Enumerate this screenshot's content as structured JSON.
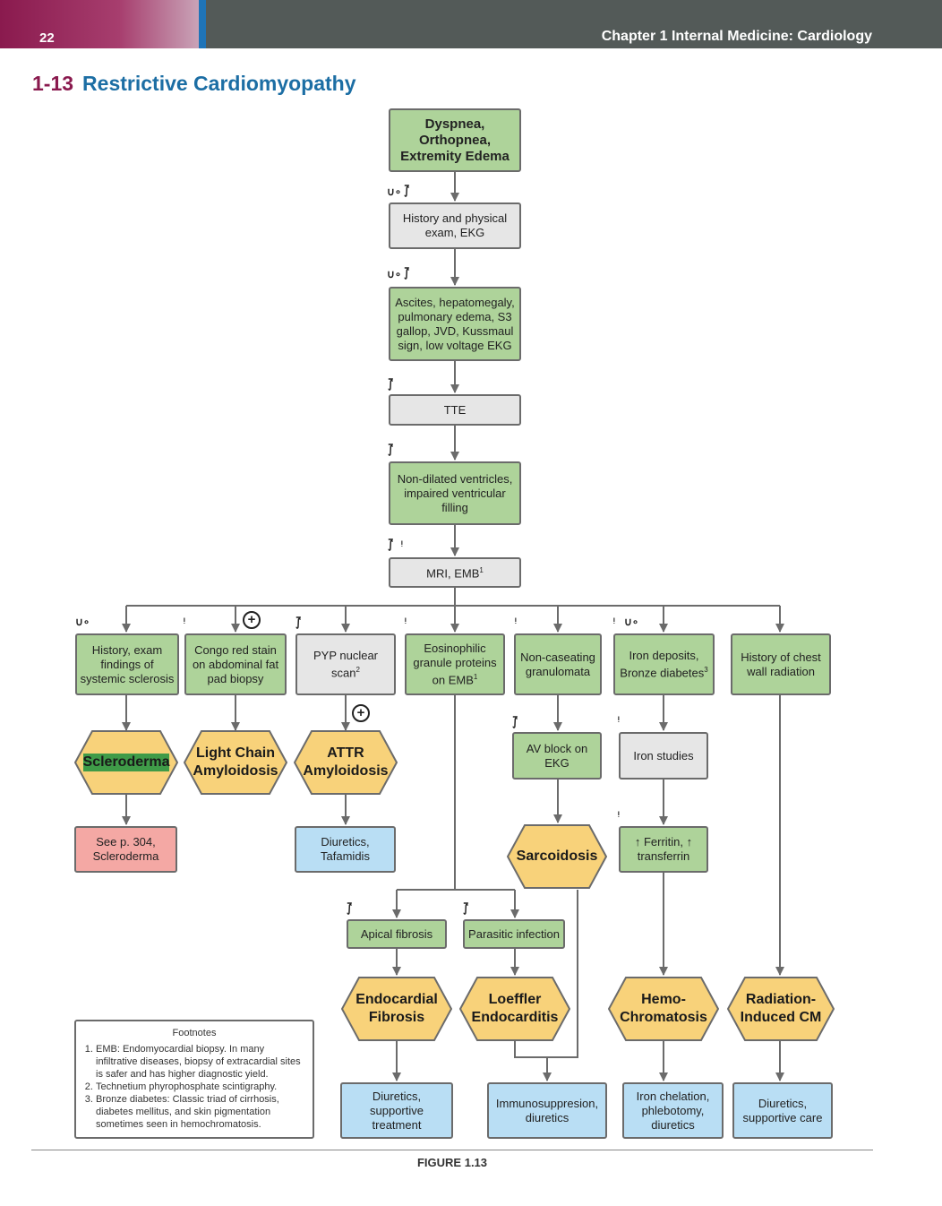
{
  "header": {
    "page_number": "22",
    "chapter": "Chapter 1  Internal Medicine: Cardiology"
  },
  "title": {
    "number": "1-13",
    "text": "Restrictive Cardiomyopathy"
  },
  "nodes": {
    "dyspnea": "Dyspnea, Orthopnea, Extremity Edema",
    "history_physical": "History and physical exam, EKG",
    "ascites": "Ascites, hepatomegaly, pulmonary edema, S3 gallop, JVD, Kussmaul sign, low voltage EKG",
    "tte": "TTE",
    "nondilated": "Non-dilated ventricles, impaired ventricular filling",
    "mri": "MRI, EMB",
    "mri_sup": "1",
    "history_exam": "History, exam findings of systemic sclerosis",
    "congo": "Congo red stain on abdominal fat pad biopsy",
    "pyp": "PYP nuclear scan",
    "pyp_sup": "2",
    "eosinophilic": "Eosinophilic granule proteins on EMB",
    "eosinophilic_sup": "1",
    "noncaseating": "Non-caseating granulomata",
    "iron_deposits": "Iron deposits, Bronze diabetes",
    "iron_deposits_sup": "3",
    "chest_radiation": "History of chest wall radiation",
    "scleroderma": "Scleroderma",
    "light_chain": "Light Chain Amyloidosis",
    "attr": "ATTR Amyloidosis",
    "av_block": "AV block on EKG",
    "iron_studies": "Iron studies",
    "see_p304": "See p. 304, Scleroderma",
    "diuretics_tafamidis": "Diuretics, Tafamidis",
    "sarcoidosis": "Sarcoidosis",
    "ferritin": "↑ Ferritin, ↑ transferrin",
    "apical": "Apical fibrosis",
    "parasitic": "Parasitic infection",
    "endocardial": "Endocardial Fibrosis",
    "loeffler": "Loeffler Endocarditis",
    "hemo": "Hemo- Chromatosis",
    "radiation_cm": "Radiation- Induced CM",
    "diuretics_supportive_tx": "Diuretics, supportive treatment",
    "immunosuppression": "Immunosuppresion, diuretics",
    "iron_chelation": "Iron chelation, phlebotomy, diuretics",
    "diuretics_supportive_care": "Diuretics, supportive care"
  },
  "footnotes": {
    "heading": "Footnotes",
    "items": [
      "EMB: Endomyocardial biopsy. In many infiltrative diseases, biopsy of extracardial sites is safer and has higher diagnostic yield.",
      "Technetium phyrophosphate scintigraphy.",
      "Bronze diabetes: Classic triad of cirrhosis, diabetes mellitus, and skin pigmentation sometimes seen in hemochromatosis."
    ]
  },
  "figure_label": "FIGURE 1.13",
  "icons": {
    "stethoscope": "stethoscope-icon",
    "flask": "lab-flask-icon",
    "test_tube": "test-tube-icon",
    "plus_circle": "plus-circle-icon"
  },
  "colors": {
    "header_magenta": "#8a1a4e",
    "title_blue": "#1c6ea4",
    "finding_green": "#aed39a",
    "test_gray": "#e6e6e6",
    "diagnosis_yellow": "#f8d27a",
    "treatment_blue": "#b9def4",
    "reference_pink": "#f4a8a4"
  }
}
